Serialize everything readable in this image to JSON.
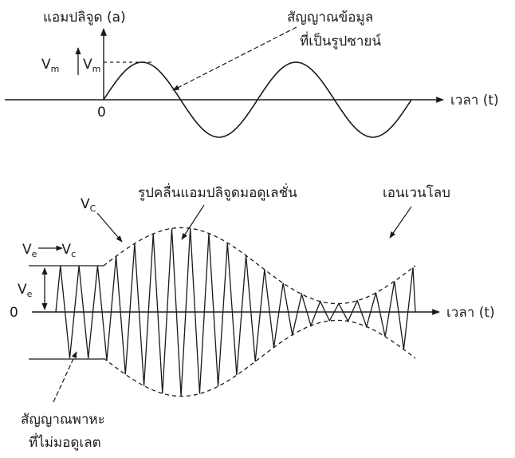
{
  "top": {
    "y_axis_label": "แอมปลิจูด (a)",
    "wave_label_line1": "สัญญาณข้อมูล",
    "wave_label_line2": "ที่เป็นรูปซายน์",
    "vm_left_main": "V",
    "vm_left_sub": "m",
    "vm_right_main": "V",
    "vm_right_sub": "m",
    "origin": "0",
    "time_label": "เวลา (t)"
  },
  "bottom": {
    "vc_main": "V",
    "vc_sub": "C",
    "modulated_label": "รูปคลื่นแอมปลิจูดมอดูเลชั่น",
    "envelope_label": "เอนเวนโลบ",
    "ve_arrow_left_main": "V",
    "ve_arrow_left_sub": "e",
    "ve_arrow_right_main": "V",
    "ve_arrow_right_sub": "c",
    "ve_main": "V",
    "ve_sub": "e",
    "origin": "0",
    "time_label": "เวลา (t)",
    "carrier_label_line1": "สัญญาณพาหะ",
    "carrier_label_line2": "ที่ไม่มอดูเลต"
  },
  "signal": {
    "modulating_cycles": 2,
    "carrier_cycles_per_modulating_cycle": 16.8,
    "modulation_index": 0.82
  }
}
